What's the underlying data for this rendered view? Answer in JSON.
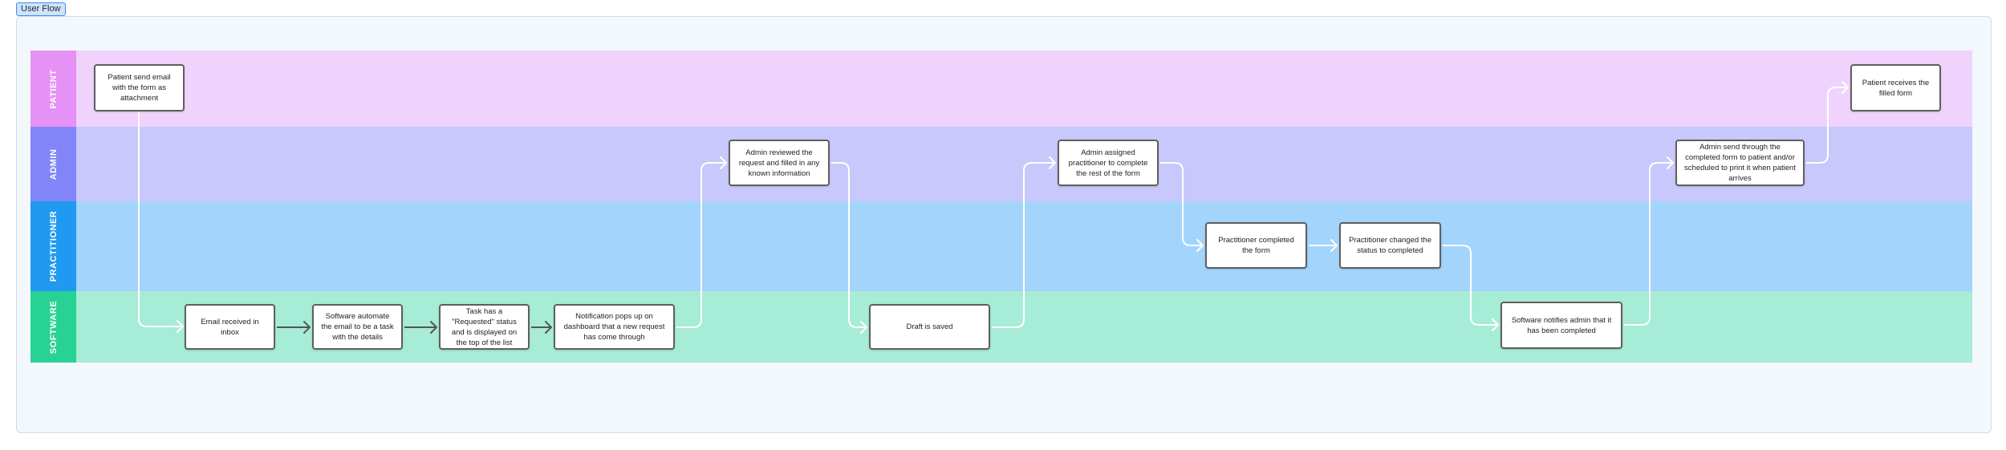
{
  "frame": {
    "label": "User Flow"
  },
  "lanes": [
    {
      "id": "patient",
      "label": "PATIENT",
      "head_color": "#e691f5",
      "bg_color": "#efd3fd"
    },
    {
      "id": "admin",
      "label": "ADMIN",
      "head_color": "#8185f8",
      "bg_color": "#c9c8fc"
    },
    {
      "id": "practitioner",
      "label": "PRACTITIONER",
      "head_color": "#1f9af0",
      "bg_color": "#a3d4fc"
    },
    {
      "id": "software",
      "label": "SOFTWARE",
      "head_color": "#28d294",
      "bg_color": "#a6ecd7"
    }
  ],
  "nodes": [
    {
      "id": "n1",
      "lane": "patient",
      "text": "Patient send email with the form as attachment"
    },
    {
      "id": "n2",
      "lane": "software",
      "text": "Email received in inbox"
    },
    {
      "id": "n3",
      "lane": "software",
      "text": "Software automate the email to be a task with the details"
    },
    {
      "id": "n4",
      "lane": "software",
      "text": "Task has a \"Requested\" status and is displayed on the top of the list"
    },
    {
      "id": "n5",
      "lane": "software",
      "text": "Notification pops up on dashboard that a new request has come through"
    },
    {
      "id": "n6",
      "lane": "admin",
      "text": "Admin reviewed the request and filled in any known information"
    },
    {
      "id": "n7",
      "lane": "software",
      "text": "Draft is saved"
    },
    {
      "id": "n8",
      "lane": "admin",
      "text": "Admin assigned practitioner to complete the rest of the form"
    },
    {
      "id": "n9",
      "lane": "practitioner",
      "text": "Practitioner completed the form"
    },
    {
      "id": "n10",
      "lane": "practitioner",
      "text": "Practitioner changed the status to completed"
    },
    {
      "id": "n11",
      "lane": "software",
      "text": "Software notifies admin that it has been completed"
    },
    {
      "id": "n12",
      "lane": "admin",
      "text": "Admin send through the completed form to patient and/or scheduled to print it when patient arrives"
    },
    {
      "id": "n13",
      "lane": "patient",
      "text": "Patient receives the filled form"
    }
  ],
  "edges": [
    {
      "from": "n1",
      "to": "n2"
    },
    {
      "from": "n2",
      "to": "n3"
    },
    {
      "from": "n3",
      "to": "n4"
    },
    {
      "from": "n4",
      "to": "n5"
    },
    {
      "from": "n5",
      "to": "n6"
    },
    {
      "from": "n6",
      "to": "n7"
    },
    {
      "from": "n7",
      "to": "n8"
    },
    {
      "from": "n8",
      "to": "n9"
    },
    {
      "from": "n9",
      "to": "n10"
    },
    {
      "from": "n10",
      "to": "n11"
    },
    {
      "from": "n11",
      "to": "n12"
    },
    {
      "from": "n12",
      "to": "n13"
    }
  ],
  "colors": {
    "edge_light": "#ffffff",
    "edge_dark": "#555555",
    "node_border": "#5f5f5f"
  }
}
